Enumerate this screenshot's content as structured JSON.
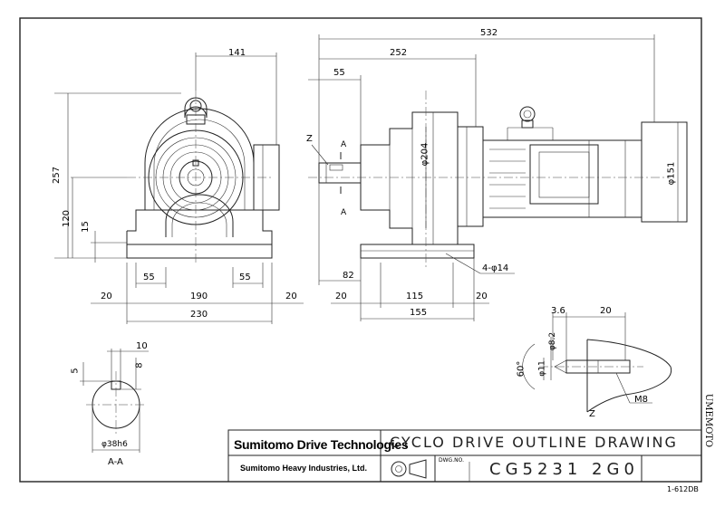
{
  "title_block": {
    "brand_main": "Sumitomo Drive Technologies",
    "brand_sub": "Sumitomo Heavy Industries, Ltd.",
    "drawing_title": "CYCLO DRIVE OUTLINE DRAWING",
    "dwg_no_label": "DWG.NO.",
    "dwg_no": "CG5231 2G0",
    "sheet_code": "1-612DB"
  },
  "side_label": "UMEMOTO",
  "front_view": {
    "dims": [
      "141",
      "257",
      "120",
      "15",
      "55",
      "55",
      "20",
      "190",
      "20",
      "230"
    ]
  },
  "side_view": {
    "dims": [
      "532",
      "252",
      "55",
      "82",
      "20",
      "115",
      "20",
      "155"
    ],
    "labels": [
      "Z",
      "A",
      "A",
      "φ204",
      "φ151",
      "4-φ14"
    ]
  },
  "section_aa": {
    "dims": [
      "10",
      "5",
      "8",
      "φ38h6"
    ],
    "label": "A-A"
  },
  "detail_z": {
    "dims": [
      "3.6",
      "20",
      "60°",
      "φ8.2",
      "φ11",
      "M8"
    ],
    "label": "Z"
  }
}
